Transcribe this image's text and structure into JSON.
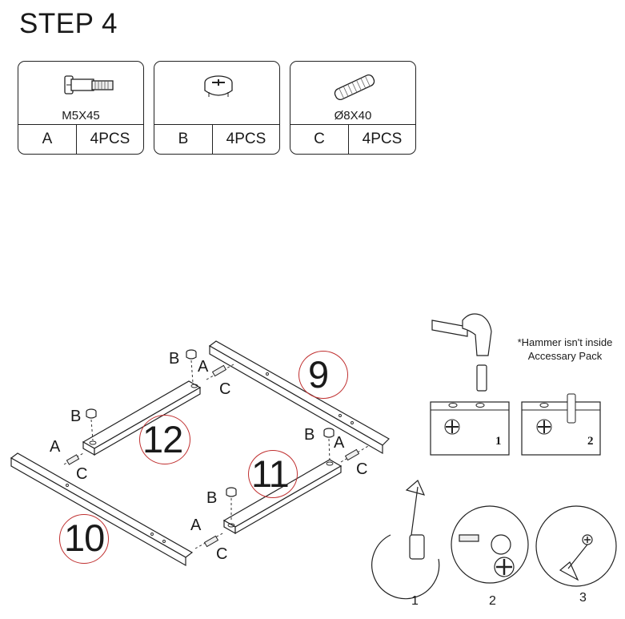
{
  "page": {
    "title": "STEP 4"
  },
  "parts": [
    {
      "letter": "A",
      "size": "M5X45",
      "qty": "4PCS"
    },
    {
      "letter": "B",
      "size": "",
      "qty": "4PCS"
    },
    {
      "letter": "C",
      "size": "Ø8X40",
      "qty": "4PCS"
    }
  ],
  "panels": [
    "9",
    "10",
    "11",
    "12"
  ],
  "callouts": {
    "a": "A",
    "b": "B",
    "c": "C"
  },
  "hammer_note": [
    "*Hammer isn't inside",
    "Accessary Pack"
  ],
  "detail_numbers": [
    "1",
    "2"
  ],
  "cam_steps": [
    "1",
    "2",
    "3"
  ]
}
